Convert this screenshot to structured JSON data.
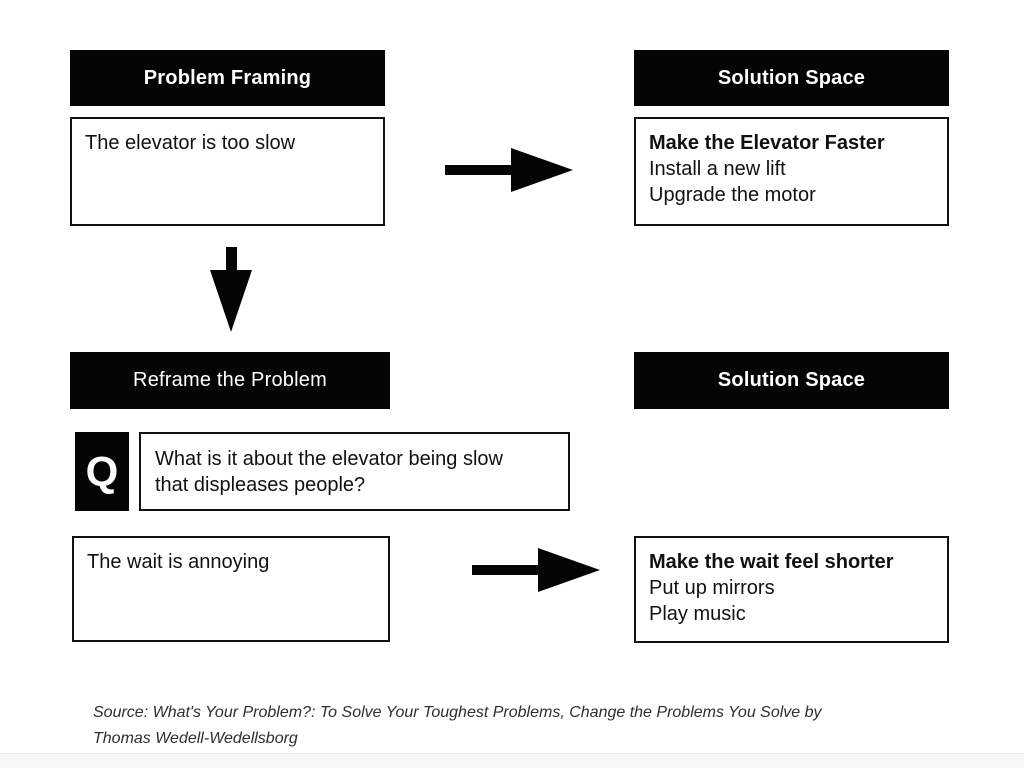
{
  "diagram": {
    "top": {
      "problem_header": "Problem Framing",
      "problem_text": "The elevator is too slow",
      "solution_header": "Solution Space",
      "solution_title": "Make the Elevator Faster",
      "solution_items": [
        "Install a new lift",
        "Upgrade the motor"
      ]
    },
    "reframe": {
      "header": "Reframe the Problem",
      "q_label": "Q",
      "question_line1": "What is it about the elevator being slow",
      "question_line2": "that displeases people?",
      "solution_header": "Solution Space"
    },
    "bottom": {
      "problem_text": "The wait is annoying",
      "solution_title": "Make the wait feel shorter",
      "solution_items": [
        "Put up mirrors",
        "Play music"
      ]
    },
    "source": {
      "line1": "Source: What's Your Problem?: To Solve Your Toughest Problems, Change the Problems You Solve by",
      "line2": "Thomas Wedell-Wedellsborg"
    },
    "colors": {
      "header_bg": "#050505",
      "header_text": "#ffffff",
      "box_border": "#111111",
      "body_text": "#111111",
      "arrow": "#050505",
      "source_text": "#2e2e2e",
      "background": "#ffffff",
      "footer_band": "#f7f7f7"
    }
  }
}
